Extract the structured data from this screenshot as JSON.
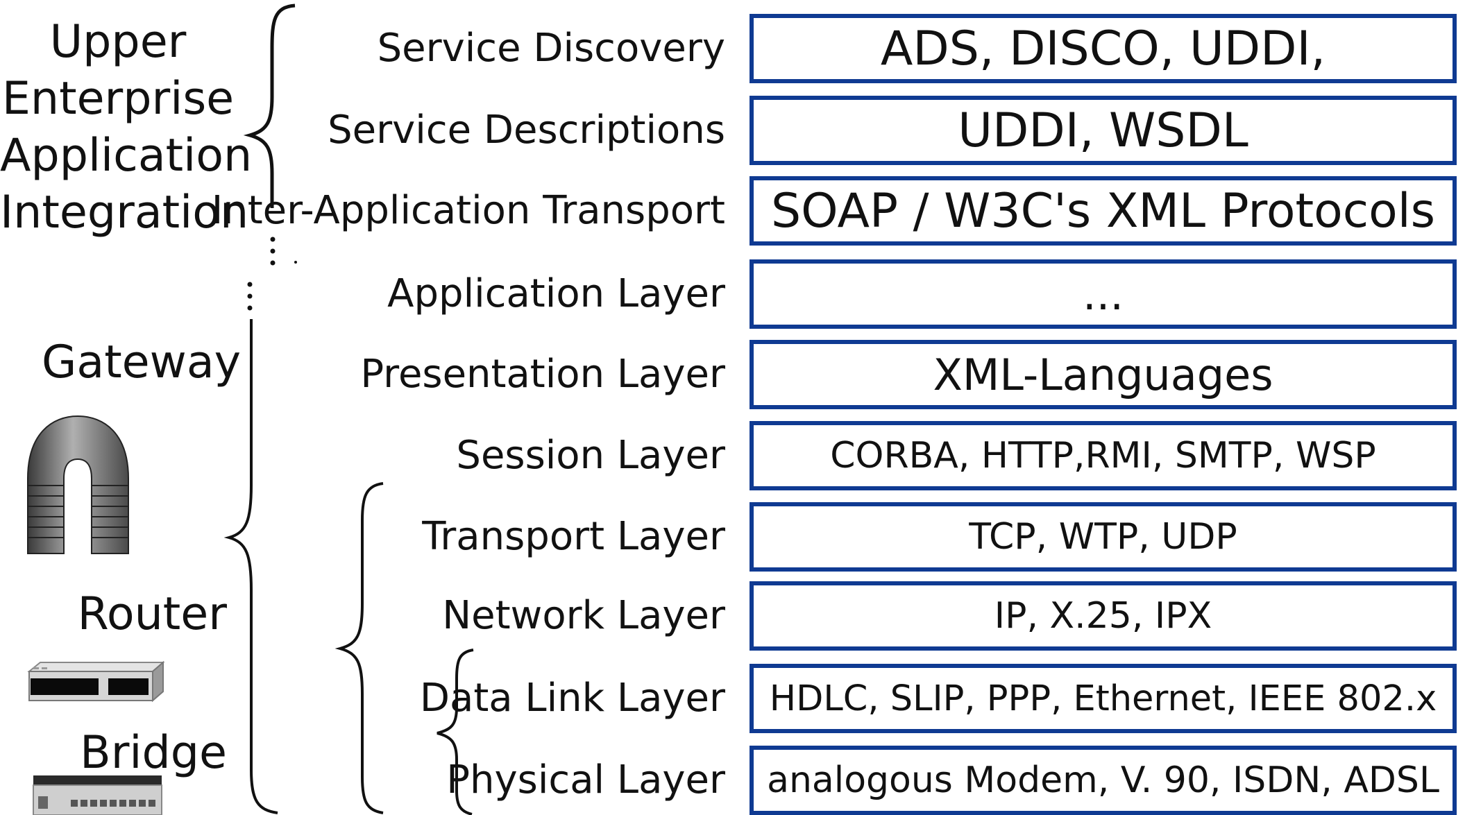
{
  "group_title": "Upper\nEnterprise\nApplication\nIntegration",
  "devices": [
    {
      "key": "gateway",
      "label": "Gateway"
    },
    {
      "key": "router",
      "label": "Router"
    },
    {
      "key": "bridge",
      "label": "Bridge"
    }
  ],
  "layers": [
    {
      "name": "Service Discovery",
      "protocols": "ADS, DISCO, UDDI,"
    },
    {
      "name": "Service Descriptions",
      "protocols": "UDDI, WSDL"
    },
    {
      "name": "Inter-Application Transport",
      "protocols": "SOAP / W3C's XML Protocols"
    },
    {
      "name": "Application Layer",
      "protocols": "..."
    },
    {
      "name": "Presentation Layer",
      "protocols": "XML-Languages"
    },
    {
      "name": "Session Layer",
      "protocols": "CORBA, HTTP,RMI, SMTP, WSP"
    },
    {
      "name": "Transport Layer",
      "protocols": "TCP, WTP, UDP"
    },
    {
      "name": "Network Layer",
      "protocols": "IP, X.25, IPX"
    },
    {
      "name": "Data Link Layer",
      "protocols": "HDLC, SLIP, PPP, Ethernet, IEEE 802.x"
    },
    {
      "name": "Physical Layer",
      "protocols": "analogous Modem, V. 90, ISDN, ADSL"
    }
  ],
  "colors": {
    "box_border": "#0f3a92",
    "text": "#111111"
  }
}
